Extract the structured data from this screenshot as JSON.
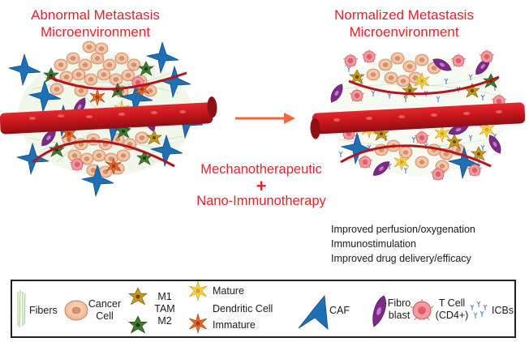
{
  "titles": {
    "left": [
      "Abnormal Metastasis",
      "Microenvironment"
    ],
    "right": [
      "Normalized Metastasis",
      "Microenvironment"
    ]
  },
  "therapy": {
    "line1": "Mechanotherapeutic",
    "plus": "+",
    "line2": "Nano-Immunotherapy"
  },
  "outcomes": [
    "Improved perfusion/oxygenation",
    "Immunostimulation",
    "Improved drug delivery/efficacy"
  ],
  "legend": {
    "fibers": "Fibers",
    "cancer_cell": [
      "Cancer",
      "Cell"
    ],
    "tam": [
      "M1",
      "TAM",
      "M2"
    ],
    "dendritic": [
      "Mature",
      "Dendritic Cell",
      "Immature"
    ],
    "caf": "CAF",
    "fibroblast": [
      "Fibro",
      "blast"
    ],
    "tcell": [
      "T Cell",
      "(CD4+)"
    ],
    "icbs": "ICBs"
  },
  "colors": {
    "title_red": "#e0262d",
    "vessel_red": "#c4161c",
    "arrow_orange": "#f26a3b",
    "cancer_cell": "#f5c6a5",
    "caf_blue": "#1f6fb5",
    "fibroblast_purple": "#7d2a86",
    "tcell_pink": "#f29aa0",
    "m1_gold": "#c79a1e",
    "m2_green": "#3e7d2e",
    "icb_blue": "#5a7fc4"
  }
}
